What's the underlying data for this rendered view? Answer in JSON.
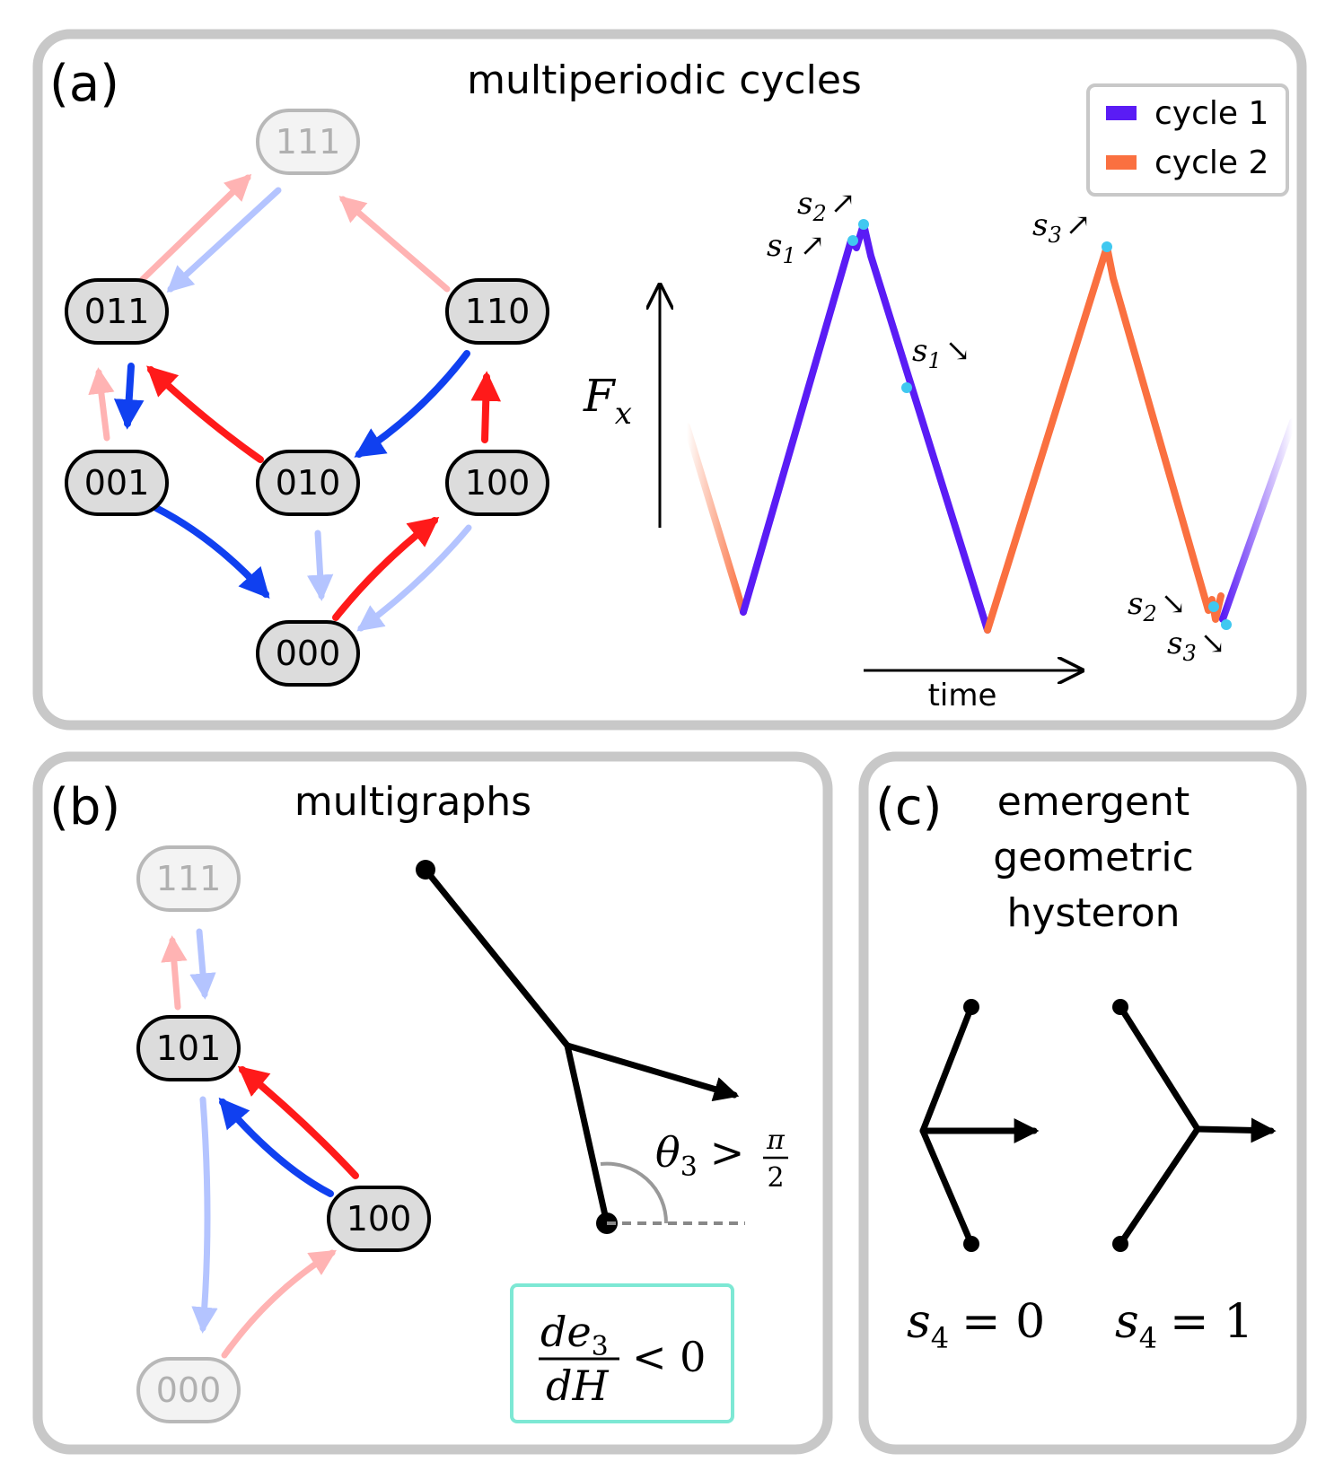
{
  "panels": {
    "a": {
      "label": "(a)",
      "title": "multiperiodic cycles",
      "nodes": [
        "111",
        "011",
        "110",
        "001",
        "010",
        "100",
        "000"
      ],
      "axis_y_label": "F",
      "axis_y_sub": "x",
      "axis_x_label": "time",
      "legend": [
        {
          "label": "cycle 1",
          "color": "#5a1cf5"
        },
        {
          "label": "cycle 2",
          "color": "#fa7040"
        }
      ],
      "annotations": {
        "s2_up": {
          "s": "s",
          "n": "2",
          "arrow": "↗"
        },
        "s1_up": {
          "s": "s",
          "n": "1",
          "arrow": "↗"
        },
        "s1_down": {
          "s": "s",
          "n": "1",
          "arrow": "↘"
        },
        "s3_up": {
          "s": "s",
          "n": "3",
          "arrow": "↗"
        },
        "s2_down": {
          "s": "s",
          "n": "2",
          "arrow": "↘"
        },
        "s3_down": {
          "s": "s",
          "n": "3",
          "arrow": "↘"
        }
      }
    },
    "b": {
      "label": "(b)",
      "title": "multigraphs",
      "nodes": [
        "111",
        "101",
        "100",
        "000"
      ],
      "angle_label": "θ",
      "angle_sub": "3",
      "angle_rel": ">",
      "pi": "π",
      "two": "2",
      "frac_num": "de",
      "frac_num_sub": "3",
      "frac_den": "dH",
      "frac_rel": "< 0"
    },
    "c": {
      "label": "(c)",
      "title_lines": [
        "emergent",
        "geometric",
        "hysteron"
      ],
      "state0": {
        "s": "s",
        "n": "4",
        "eq": "= 0"
      },
      "state1": {
        "s": "s",
        "n": "4",
        "eq": "= 1"
      }
    }
  },
  "colors": {
    "red": "#ff1a1a",
    "blue": "#1040f0",
    "light_red": "#ffb3b3",
    "light_blue": "#b4c4ff",
    "cyan_box": "#7de8d4",
    "point": "#40c8f0"
  }
}
